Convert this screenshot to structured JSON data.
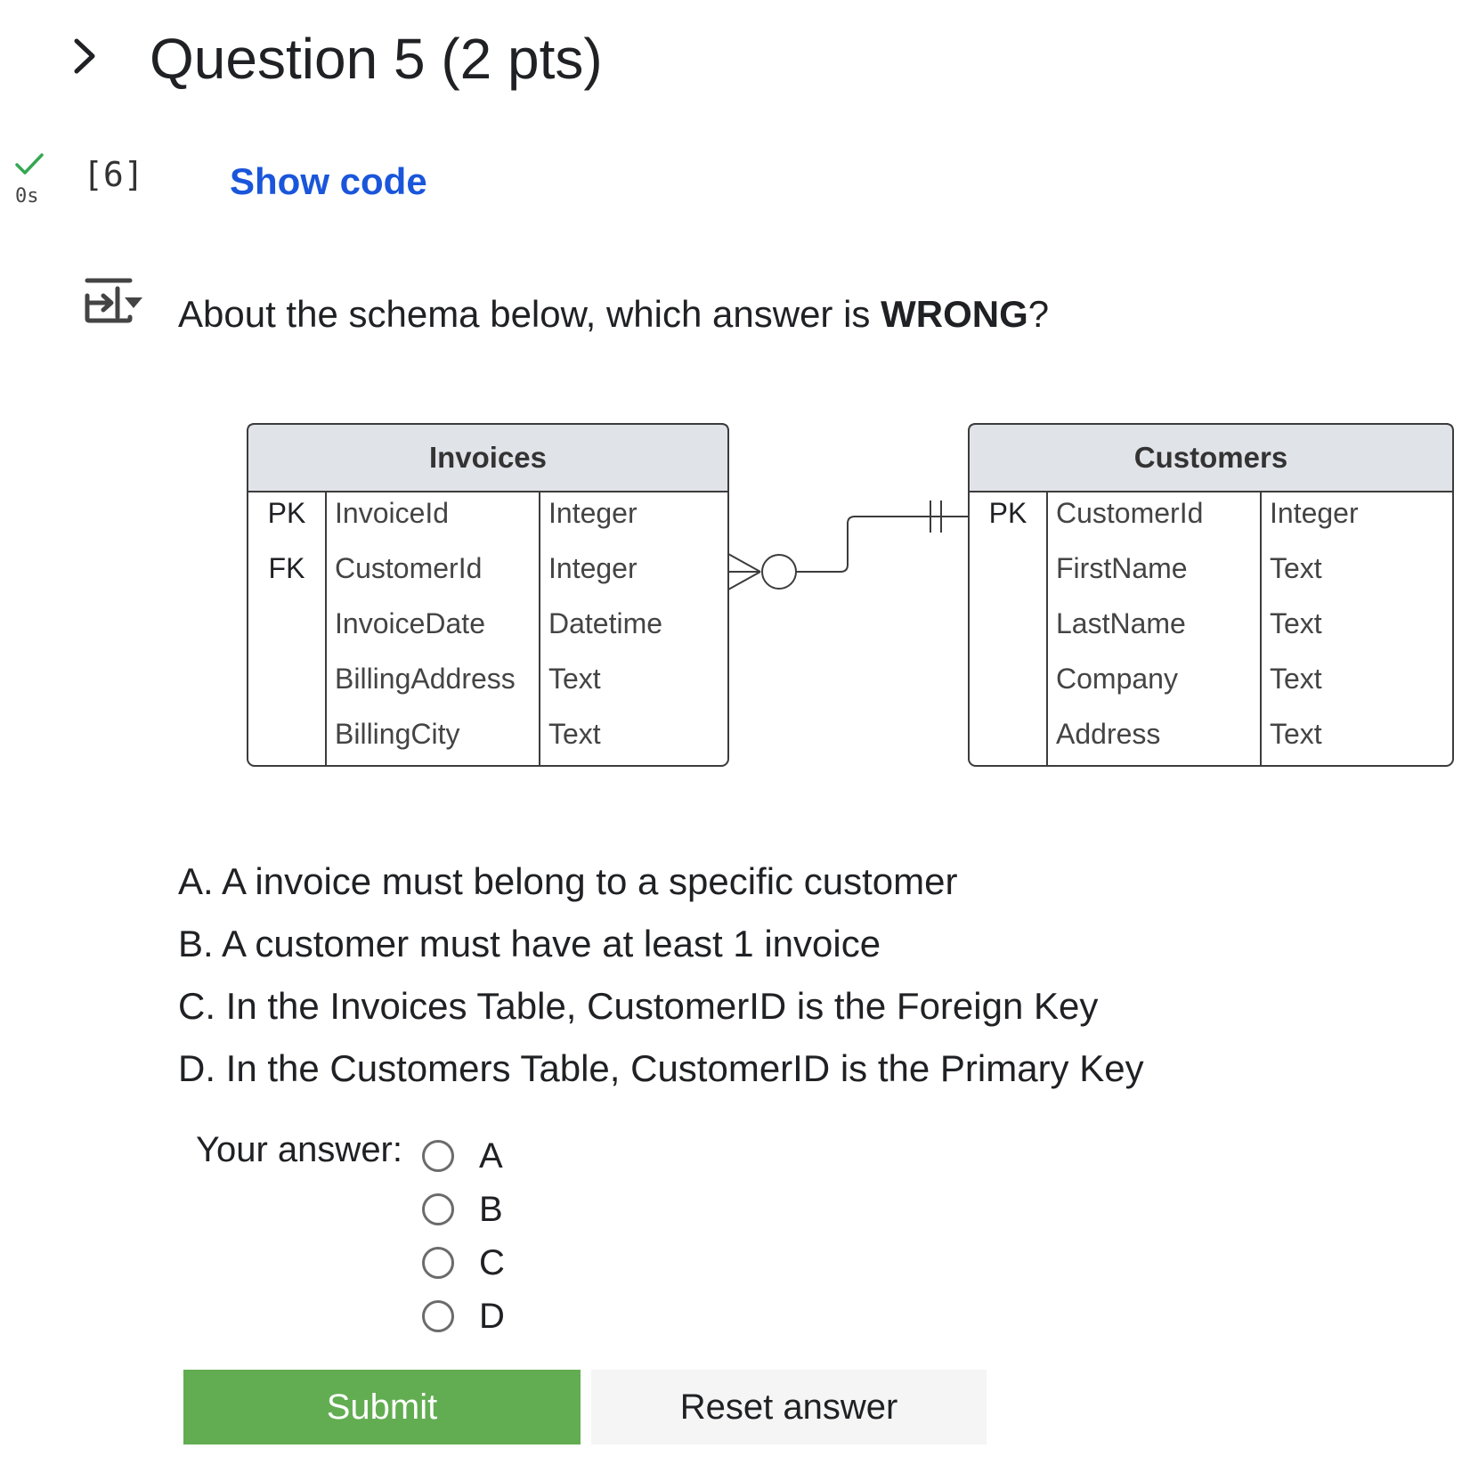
{
  "header": {
    "title": "Question 5 (2 pts)",
    "chevron_icon": "chevron-right-icon"
  },
  "cell": {
    "status_icon": "check-icon",
    "status_color": "#34a853",
    "exec_time": "0s",
    "exec_count": "[6]",
    "show_code_label": "Show code",
    "link_color": "#1a56db",
    "output_icon": "output-toggle-icon"
  },
  "question": {
    "prefix": "About the schema below, which answer is ",
    "emphasis": "WRONG",
    "suffix": "?"
  },
  "schema": {
    "invoices": {
      "title": "Invoices",
      "rows": [
        {
          "key": "PK",
          "field": "InvoiceId",
          "type": "Integer"
        },
        {
          "key": "FK",
          "field": "CustomerId",
          "type": "Integer"
        },
        {
          "key": "",
          "field": "InvoiceDate",
          "type": "Datetime"
        },
        {
          "key": "",
          "field": "BillingAddress",
          "type": "Text"
        },
        {
          "key": "",
          "field": "BillingCity",
          "type": "Text"
        }
      ]
    },
    "customers": {
      "title": "Customers",
      "rows": [
        {
          "key": "PK",
          "field": "CustomerId",
          "type": "Integer"
        },
        {
          "key": "",
          "field": "FirstName",
          "type": "Text"
        },
        {
          "key": "",
          "field": "LastName",
          "type": "Text"
        },
        {
          "key": "",
          "field": "Company",
          "type": "Text"
        },
        {
          "key": "",
          "field": "Address",
          "type": "Text"
        }
      ]
    },
    "relationship": {
      "from": "Invoices",
      "to": "Customers",
      "invoices_end": "zero-or-many",
      "customers_end": "exactly-one"
    },
    "header_fill": "#e0e3e8",
    "border_color": "#3c3c3c"
  },
  "options": [
    "A. A invoice must belong to a specific customer",
    "B. A customer must have at least 1 invoice",
    "C. In the Invoices Table, CustomerID is the Foreign Key",
    "D. In the Customers Table, CustomerID is the Primary Key"
  ],
  "answer": {
    "label": "Your answer:",
    "choices": [
      "A",
      "B",
      "C",
      "D"
    ],
    "selected": null
  },
  "buttons": {
    "submit": "Submit",
    "reset": "Reset answer",
    "submit_color": "#62ad52",
    "reset_color": "#f5f5f5"
  }
}
